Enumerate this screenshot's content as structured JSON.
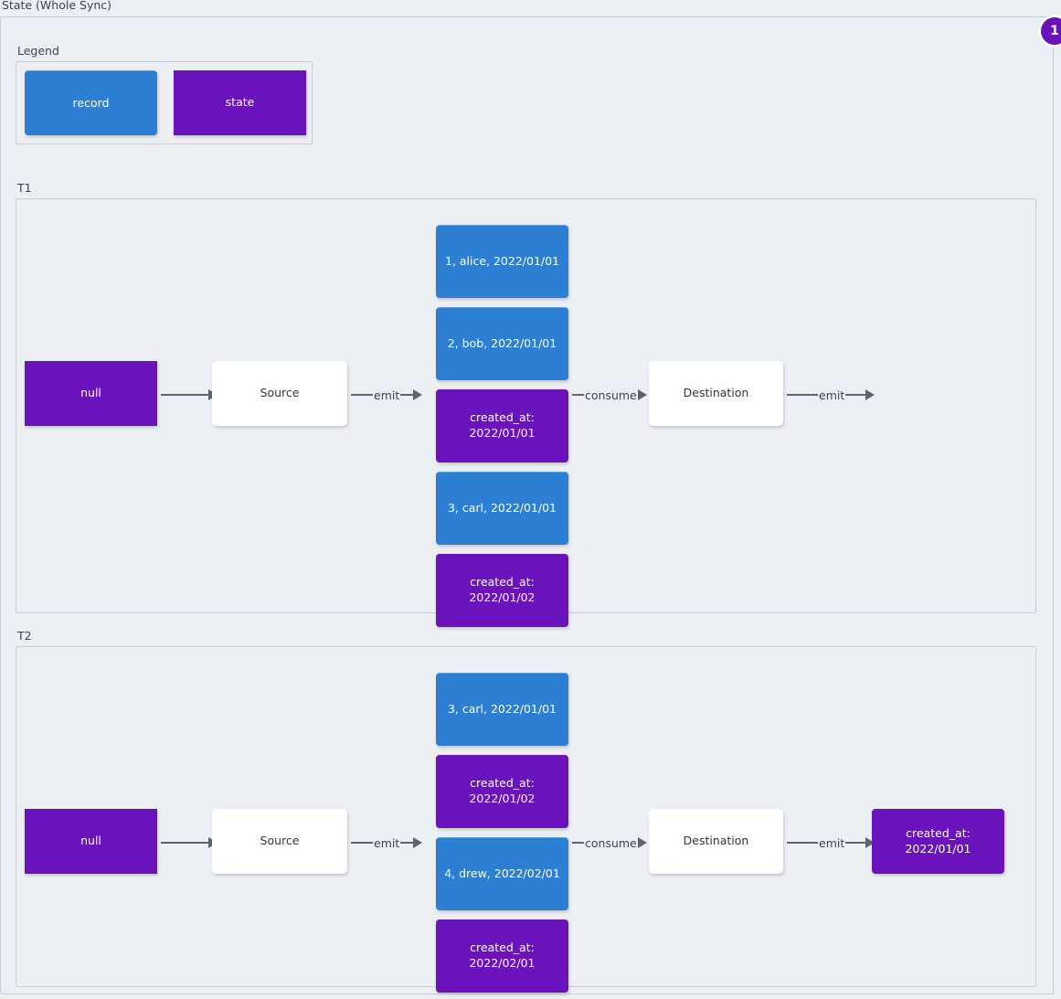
{
  "title": "State (Whole Sync)",
  "badge": {
    "label": "1"
  },
  "legend": {
    "label": "Legend",
    "items": [
      {
        "name": "record",
        "kind": "record"
      },
      {
        "name": "state",
        "kind": "state"
      }
    ]
  },
  "colors": {
    "record": "#2d7fd3",
    "state": "#6a13bd",
    "plain": "#ffffff",
    "arrow": "#5a6570",
    "background": "#eceff4",
    "border": "#c3ced9",
    "text": "#2e3440"
  },
  "timelines": [
    {
      "label": "T1",
      "initial_state": "null",
      "source": "Source",
      "destination": "Destination",
      "arrows": {
        "state_to_source": "",
        "source_emit": "emit",
        "consume": "consume",
        "destination_emit": "emit"
      },
      "stream": [
        {
          "kind": "record",
          "text": "1, alice, 2022/01/01"
        },
        {
          "kind": "record",
          "text": "2, bob, 2022/01/01"
        },
        {
          "kind": "state",
          "line1": "created_at:",
          "line2": "2022/01/01"
        },
        {
          "kind": "record",
          "text": "3, carl, 2022/01/01"
        },
        {
          "kind": "state",
          "line1": "created_at:",
          "line2": "2022/01/02"
        }
      ],
      "emitted_state": null
    },
    {
      "label": "T2",
      "initial_state": "null",
      "source": "Source",
      "destination": "Destination",
      "arrows": {
        "state_to_source": "",
        "source_emit": "emit",
        "consume": "consume",
        "destination_emit": "emit"
      },
      "stream": [
        {
          "kind": "record",
          "text": "3, carl, 2022/01/01"
        },
        {
          "kind": "state",
          "line1": "created_at:",
          "line2": "2022/01/02"
        },
        {
          "kind": "record",
          "text": "4, drew, 2022/02/01"
        },
        {
          "kind": "state",
          "line1": "created_at:",
          "line2": "2022/02/01"
        }
      ],
      "emitted_state": {
        "line1": "created_at:",
        "line2": "2022/01/01"
      }
    }
  ]
}
